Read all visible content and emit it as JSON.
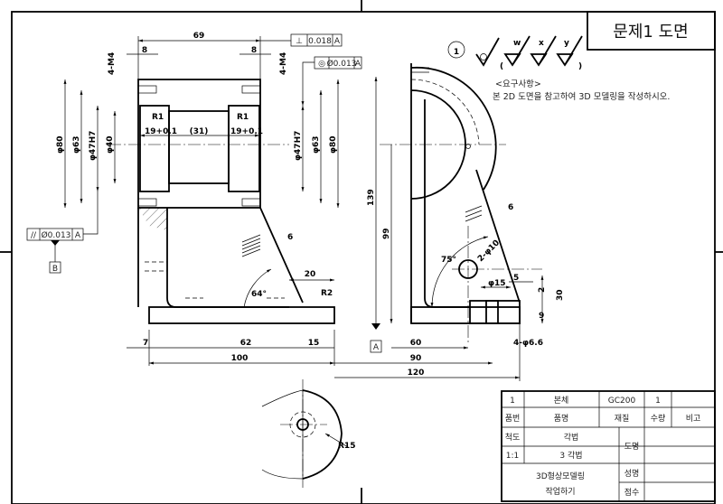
{
  "title": "문제1 도면",
  "surface_symbols": {
    "number": "1",
    "labels": [
      "w",
      "x",
      "y"
    ]
  },
  "requirements": {
    "heading": "<요구사항>",
    "text": "본 2D 도면을 참고하여 3D 모델링을 작성하시오."
  },
  "front_view": {
    "dims": {
      "width": "69",
      "left_8": "8",
      "right_8": "8",
      "tap_left": "4-M4",
      "tap_right": "4-M4",
      "d80_left": "φ80",
      "d63_left": "φ63",
      "d47_left": "φ47H7",
      "d40": "φ40",
      "d47_right": "φ47H7",
      "d63_right": "φ63",
      "d80_right": "φ80",
      "r1_left": "R1",
      "r1_right": "R1",
      "depth_left": "19+0.1",
      "mid": "(31)",
      "depth_right": "19+0.1",
      "rib_6": "6",
      "angle": "64°",
      "r2": "R2",
      "w20": "20",
      "b7": "7",
      "b62": "62",
      "b15": "15",
      "b100": "100"
    },
    "tolerances": {
      "perpendicularity": {
        "symbol": "⊥",
        "value": "0.018",
        "datum": "A"
      },
      "concentricity": {
        "symbol": "◎",
        "value": "Ø0.013",
        "datum": "A"
      },
      "parallelism": {
        "symbol": "//",
        "value": "Ø0.013",
        "datum": "A"
      }
    },
    "datum_b": "B"
  },
  "side_view": {
    "dims": {
      "h139": "139",
      "h99": "99",
      "angle": "75°",
      "holes": "2-φ10",
      "rib_6": "6",
      "d15": "φ15",
      "w5": "5",
      "h30": "30",
      "h9": "9",
      "h2": "2",
      "holes_base": "4-φ6.6",
      "l60": "60",
      "l90": "90",
      "l120": "120"
    },
    "datum_a": "A"
  },
  "bottom_view": {
    "dims": {
      "r15": "R15"
    }
  },
  "title_block": {
    "row1": {
      "no": "1",
      "name": "본체",
      "material": "GC200",
      "qty": "1",
      "note": ""
    },
    "headers": {
      "no": "품번",
      "name": "품명",
      "material": "재질",
      "qty": "수량",
      "note": "비고"
    },
    "scale_label": "척도",
    "projection_label": "각법",
    "scale_value": "1:1",
    "projection_value": "3 각법",
    "drawing_name_label": "도명",
    "course_line1": "3D형상모델링",
    "course_line2": "작업하기",
    "name_label": "성명",
    "score_label": "점수"
  }
}
